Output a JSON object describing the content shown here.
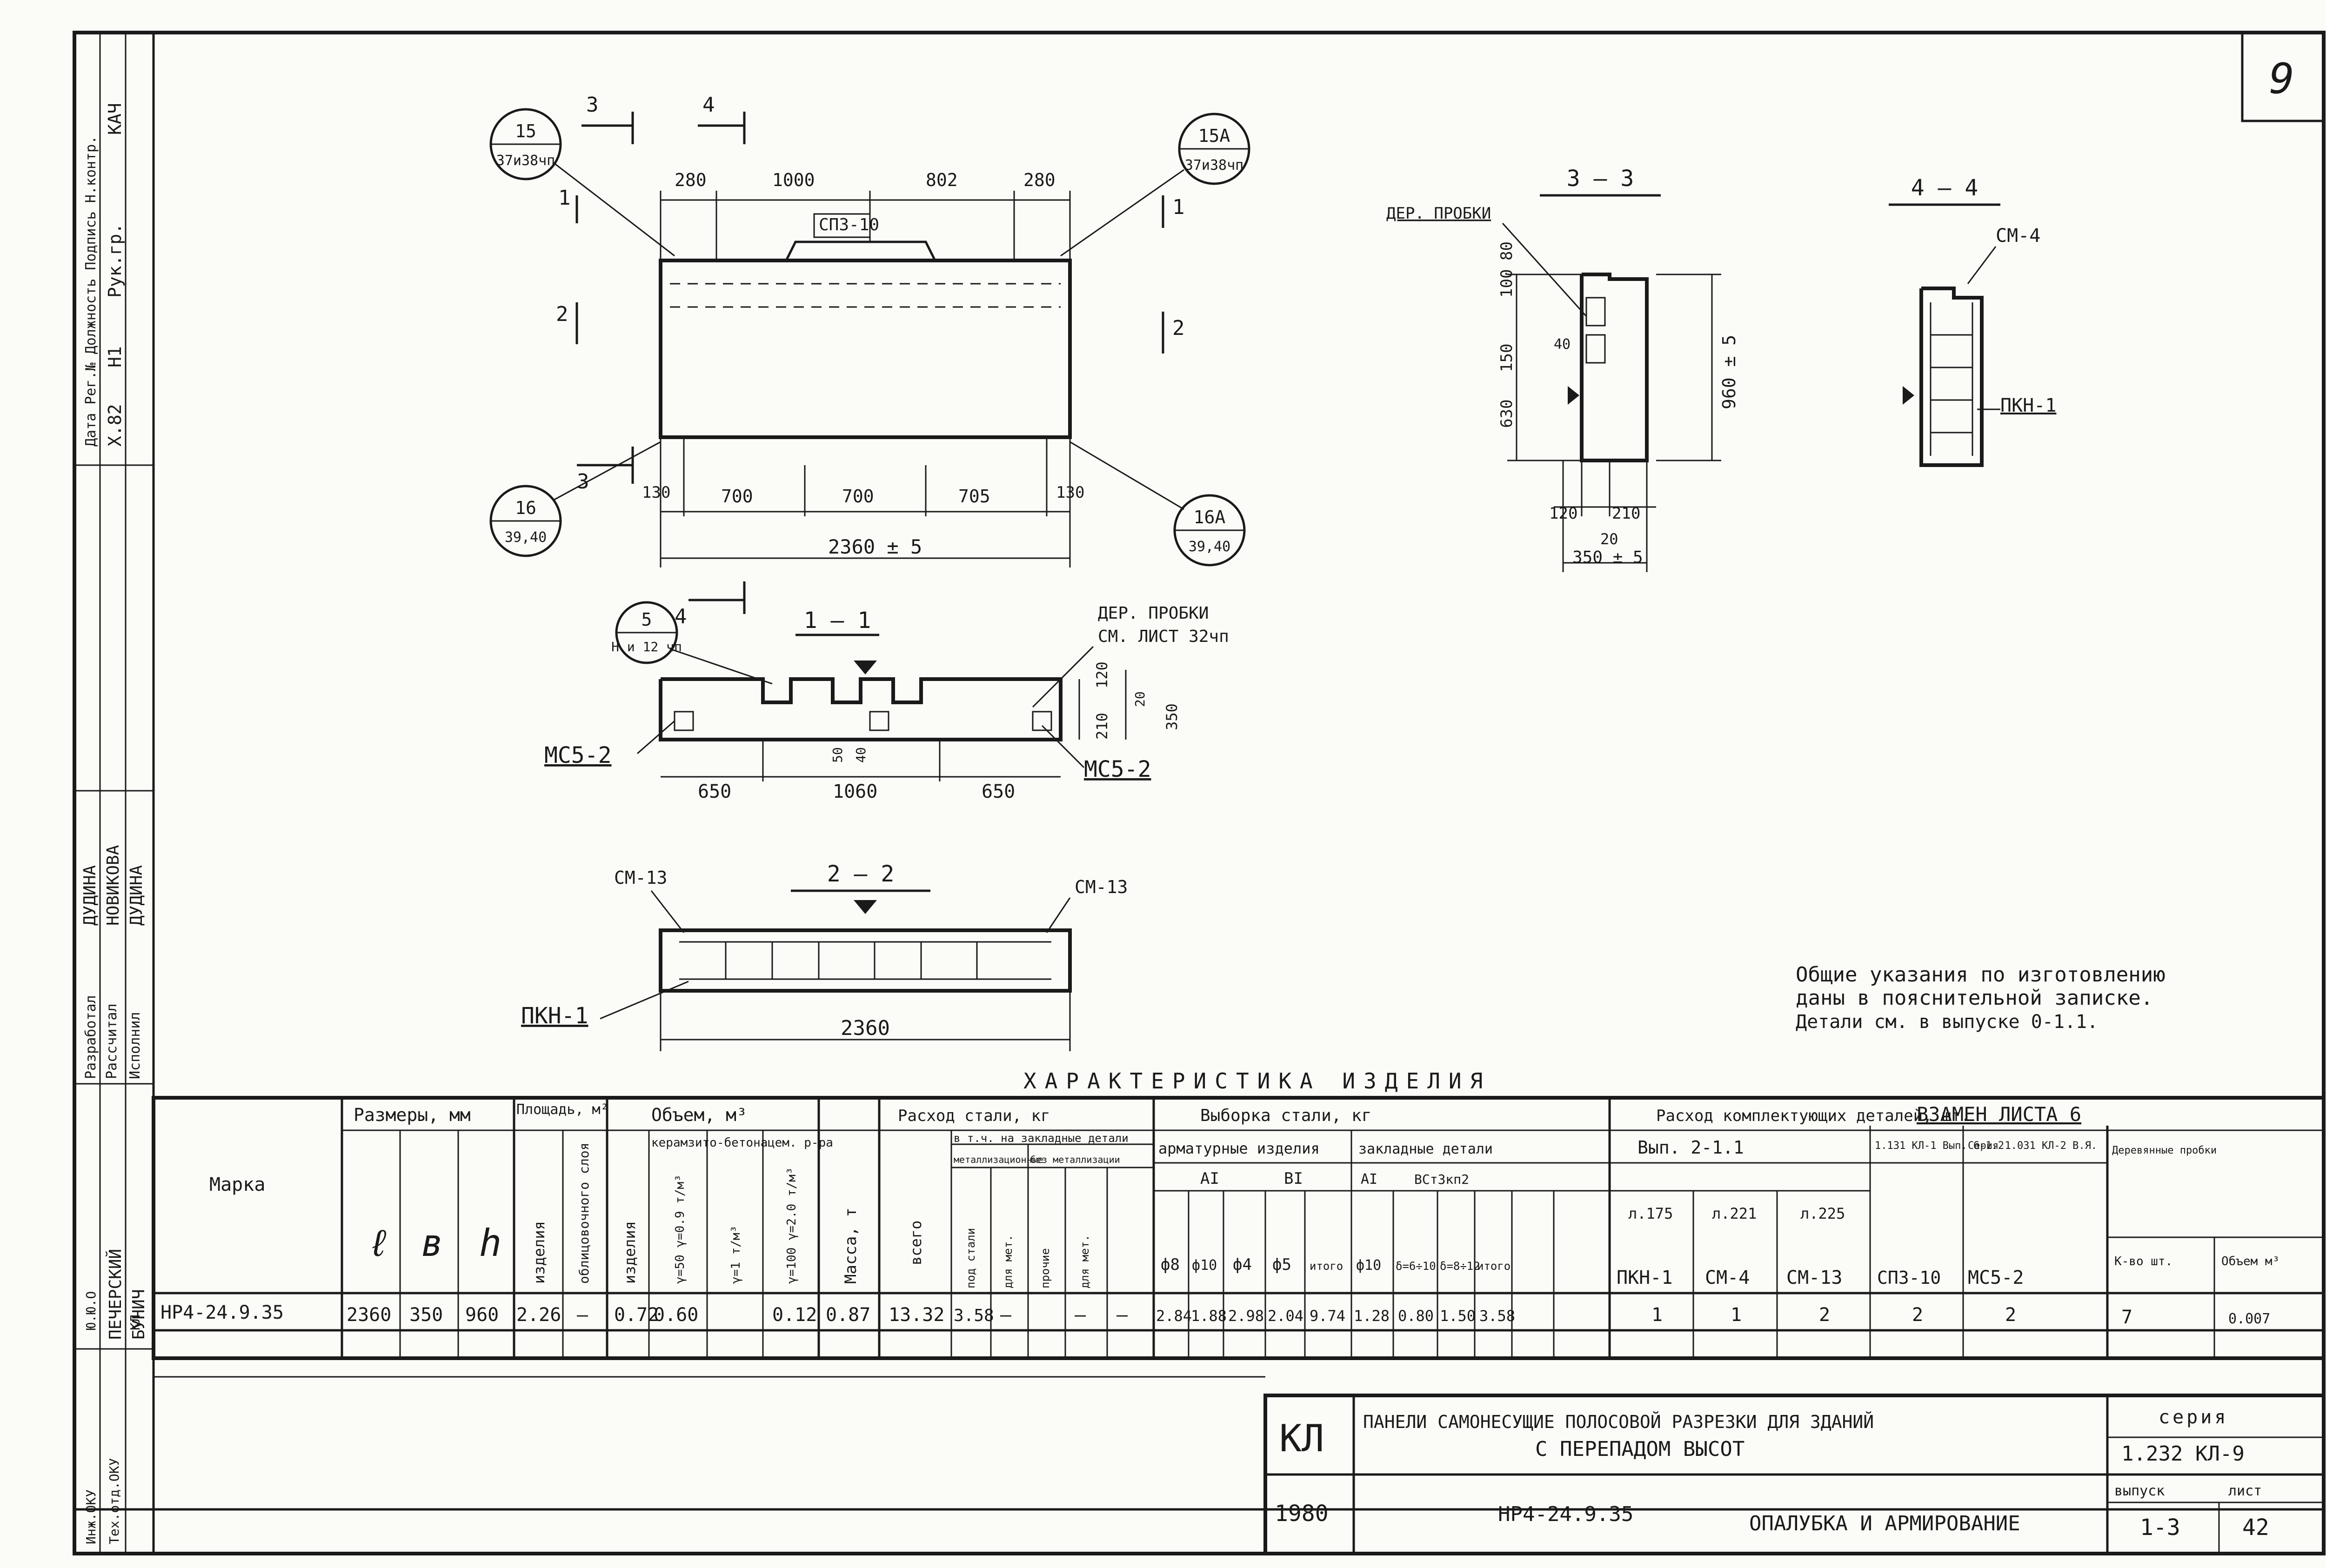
{
  "sheet": {
    "page_number": "9",
    "notes": [
      "Общие указания по изготовлению",
      "даны в пояснительной записке.",
      "Детали см. в выпуске 0-1.1."
    ],
    "replace_note": "ВЗАМЕН ЛИСТА 6"
  },
  "side_stamp": {
    "roles": [
      "Разработал",
      "Рассчитал",
      "Исполнил"
    ],
    "names": [
      "ДУДИНА",
      "НОВИКОВА",
      "ДУДИНА"
    ],
    "header": "Дата Рег.№ Должность Подпись Н.контр.",
    "header_values": [
      "Х.82",
      "Н1",
      "Рук.гр.",
      "КАЧ"
    ],
    "names2": [
      "ПЕЧЕРСКИЙ",
      "БУНИЧ"
    ],
    "misc": [
      "Инж.ОКУ",
      "Тех.отд.ОКУ",
      "КЛ",
      "Ю.Ю.О"
    ]
  },
  "main_view": {
    "callouts": [
      {
        "num": "15",
        "sub": "37и38чп"
      },
      {
        "num": "15А",
        "sub": "37и38чп"
      },
      {
        "num": "16",
        "sub": "39,40"
      },
      {
        "num": "16А",
        "sub": "39,40"
      },
      {
        "num": "5",
        "sub": "Н и 12 чп"
      }
    ],
    "section_marks": [
      "3",
      "4",
      "1",
      "1",
      "2",
      "2",
      "3",
      "4"
    ],
    "top_dims": [
      "280",
      "1000",
      "802",
      "280"
    ],
    "bottom_dims": [
      "130",
      "700",
      "700",
      "705",
      "130"
    ],
    "total_width": "2360 ± 5",
    "label_sp": "СПЗ-10"
  },
  "section_11": {
    "title": "1 — 1",
    "note1": "ДЕР. ПРОБКИ",
    "note2": "СМ. ЛИСТ 32чп",
    "mc_left": "МС5-2",
    "mc_right": "МС5-2",
    "dims": [
      "650",
      "1060",
      "650"
    ],
    "vert": [
      "120",
      "210",
      "350",
      "20",
      "50",
      "40"
    ]
  },
  "section_22": {
    "title": "2 — 2",
    "cm_left": "СМ-13",
    "cm_right": "СМ-13",
    "pkn": "ПКН-1",
    "width": "2360"
  },
  "section_33": {
    "title": "3 — 3",
    "note": "ДЕР. ПРОБКИ",
    "dims_v": [
      "80",
      "100",
      "150",
      "40",
      "630",
      "960 ± 5"
    ],
    "dims_h": [
      "120",
      "210",
      "20",
      "350 ± 5"
    ]
  },
  "section_44": {
    "title": "4 — 4",
    "cm": "СМ-4",
    "pkn": "ПКН-1"
  },
  "table": {
    "caption": "ХАРАКТЕРИСТИКА ИЗДЕЛИЯ",
    "h_marka": "Марка",
    "h_sizes": "Размеры, мм",
    "h_l": "ℓ",
    "h_b": "в",
    "h_h": "h",
    "h_area": "Площадь, м²",
    "h_area_a": "изделия",
    "h_area_b": "облицовочного слоя",
    "h_vol": "Объем, м³",
    "h_vol_a": "изделия",
    "h_vol_b": "керамзито-бетона",
    "h_vol_b1": "γ=50 γ=0.9 т/м³",
    "h_vol_b2": "γ=1 т/м³",
    "h_vol_c": "цем. р-ра",
    "h_vol_c1": "γ=100 γ=2.0 т/м³",
    "h_mass": "Масса, т",
    "h_steel": "Расход стали, кг",
    "h_steel_all": "всего",
    "h_steel_emb": "в т.ч. на закладные детали",
    "h_steel_emb_a": "металлизационные",
    "h_steel_emb_b": "без металлизации",
    "h_steel_e1": "под стали",
    "h_steel_e2": "для мет.",
    "h_steel_e3": "прочие",
    "h_steel_e4": "для мет.",
    "h_sel": "Выборка стали, кг",
    "h_sel_arm": "арматурные изделия",
    "h_sel_AI": "АI",
    "h_sel_BI": "ВI",
    "h_sel_d8": "ф8",
    "h_sel_d10": "ф10",
    "h_sel_d4": "ф4",
    "h_sel_d5": "ф5",
    "h_sel_itog": "итого",
    "h_sel_emb": "закладные детали",
    "h_sel_emb_AI": "АI",
    "h_sel_emb_vs": "ВСт3кп2",
    "h_sel_emb_d10": "ф10",
    "h_sel_emb_610": "δ=6÷10",
    "h_sel_emb_812": "δ=8÷12",
    "h_sel_emb_itog": "итого",
    "h_comp": "Расход комплектующих деталей, шт.",
    "h_comp_v": "Вып. 2-1.1",
    "h_comp_v2": "1.131 КЛ-1 Вып. 6-1.2",
    "h_comp_ser": "Серия 1.031 КЛ-2 В.Я.",
    "h_comp_d1": "л.175",
    "h_comp_d2": "л.221",
    "h_comp_d3": "л.225",
    "h_comp_wood": "Деревянные пробки",
    "h_comp_wood_a": "К-во шт.",
    "h_comp_wood_b": "Объем м³",
    "h_pkn": "ПКН-1",
    "h_cm4": "СМ-4",
    "h_cm13": "СМ-13",
    "h_spz": "СПЗ-10",
    "h_mc": "МС5-2",
    "row": {
      "marka": "НР4-24.9.35",
      "l": "2360",
      "b": "350",
      "h": "960",
      "area": "2.26",
      "area_clad": "—",
      "vol": "0.72",
      "vol_keram": "0.60",
      "vol_keram2": "",
      "vol_cem": "0.12",
      "mass": "0.87",
      "steel_all": "13.32",
      "steel_emb": "3.58",
      "steel_emb_b": "—",
      "steel_e3": "—",
      "steel_e4": "—",
      "d8": "2.84",
      "d10": "1.88",
      "d4": "2.98",
      "d5": "2.04",
      "itog": "9.74",
      "emb_d10": "1.28",
      "emb_610": "0.80",
      "emb_812": "1.50",
      "emb_itog": "3.58",
      "pkn": "1",
      "cm4": "1",
      "cm13": "2",
      "spz": "2",
      "mc": "2",
      "wood_qty": "7",
      "wood_vol": "0.007"
    }
  },
  "title_block": {
    "code": "КЛ",
    "year": "1980",
    "title_line1": "ПАНЕЛИ САМОНЕСУЩИЕ ПОЛОСОВОЙ РАЗРЕЗКИ ДЛЯ ЗДАНИЙ",
    "title_line2": "С ПЕРЕПАДОМ ВЫСОТ",
    "mark": "НР4-24.9.35",
    "subject": "ОПАЛУБКА И АРМИРОВАНИЕ",
    "series_label": "серия",
    "series": "1.232 КЛ-9",
    "issue_label": "выпуск",
    "issue": "1-3",
    "sheet_label": "лист",
    "sheet": "42"
  }
}
